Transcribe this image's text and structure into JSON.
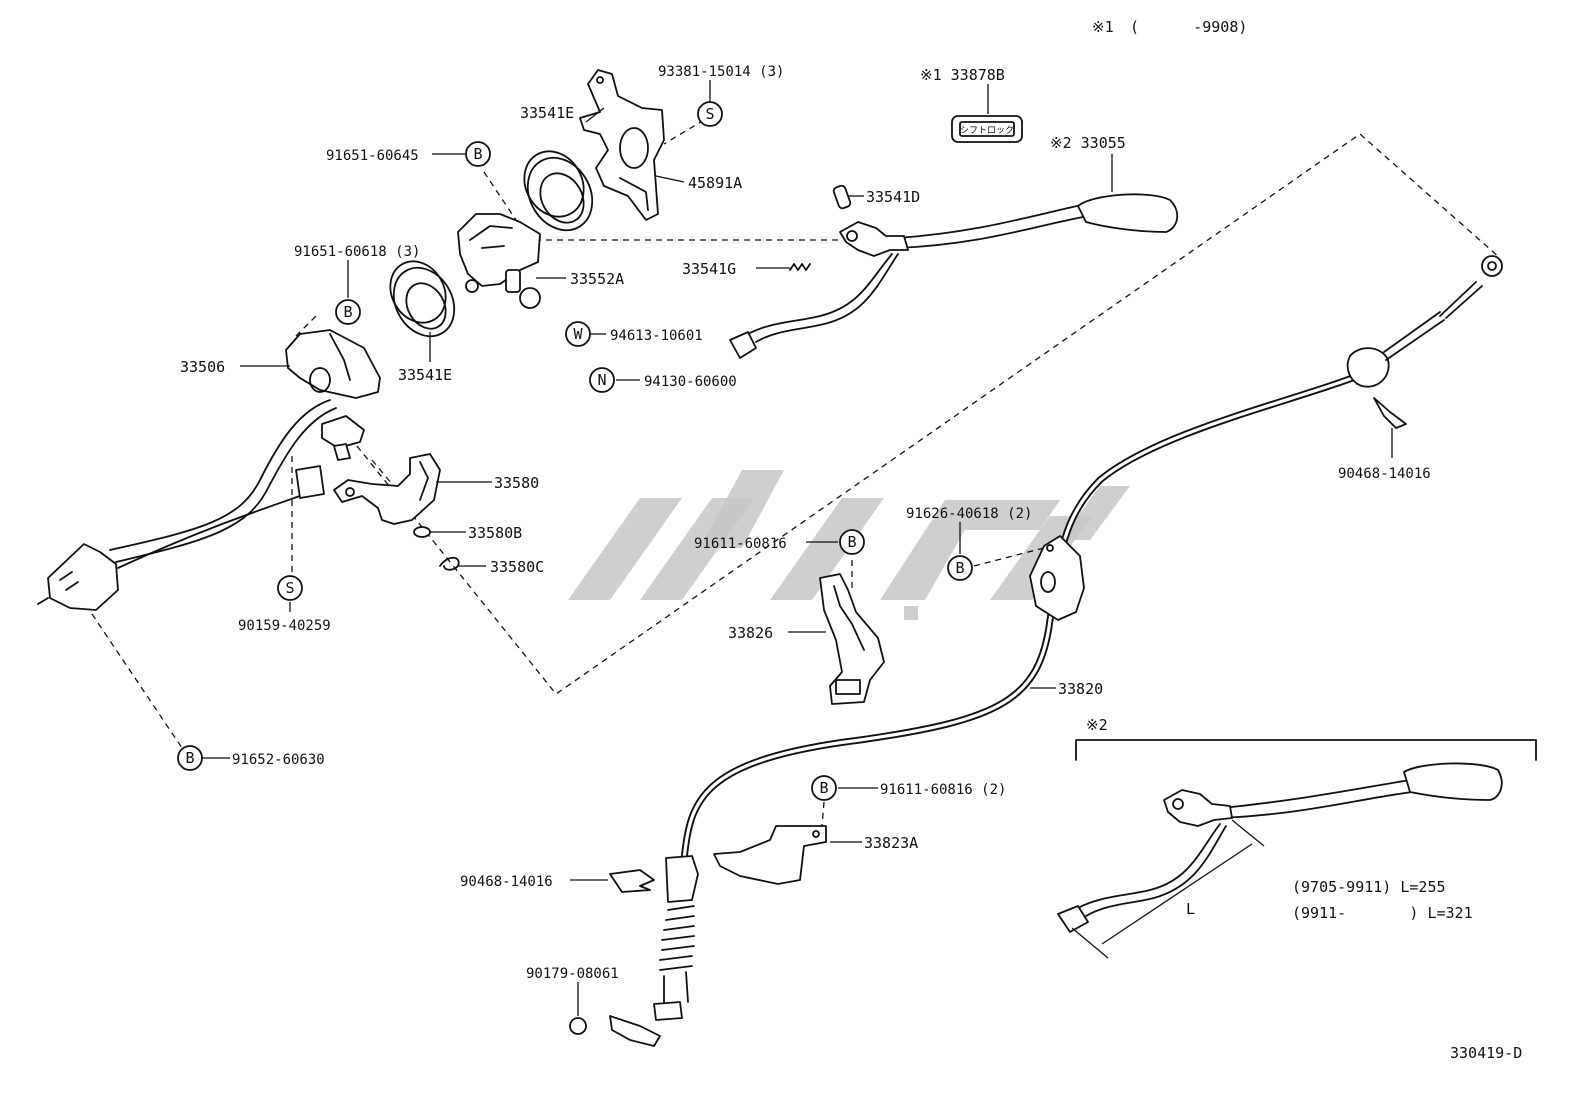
{
  "header": {
    "note_mark": "※1",
    "note_range": "(      -9908)"
  },
  "diagram_code": "330419-D",
  "sticker_text": "シフトロック",
  "parts": {
    "p93381": "93381-15014 (3)",
    "p33541E_top": "33541E",
    "p45891A": "45891A",
    "p91651_60645": "91651-60645",
    "p33878B": "※1 33878B",
    "p33055": "※2 33055",
    "p33541D": "33541D",
    "p33541G": "33541G",
    "p33552A": "33552A",
    "p91651_60618": "91651-60618 (3)",
    "p33506": "33506",
    "p33541E_bot": "33541E",
    "p94613": "94613-10601",
    "p94130": "94130-60600",
    "p33580": "33580",
    "p33580B": "33580B",
    "p33580C": "33580C",
    "p90159": "90159-40259",
    "p91652": "91652-60630",
    "p91611_a": "91611-60816",
    "p33826": "33826",
    "p91626": "91626-40618 (2)",
    "p90468_r": "90468-14016",
    "p33820": "33820",
    "p91611_b": "91611-60816 (2)",
    "p33823A": "33823A",
    "p90468_l": "90468-14016",
    "p90179": "90179-08061"
  },
  "symbols": {
    "B": "B",
    "S": "S",
    "W": "W",
    "N": "N"
  },
  "inset": {
    "title": "※2",
    "dim_letter": "L",
    "spec1": "(9705-9911) L=255",
    "spec2": "(9911-       ) L=321"
  }
}
